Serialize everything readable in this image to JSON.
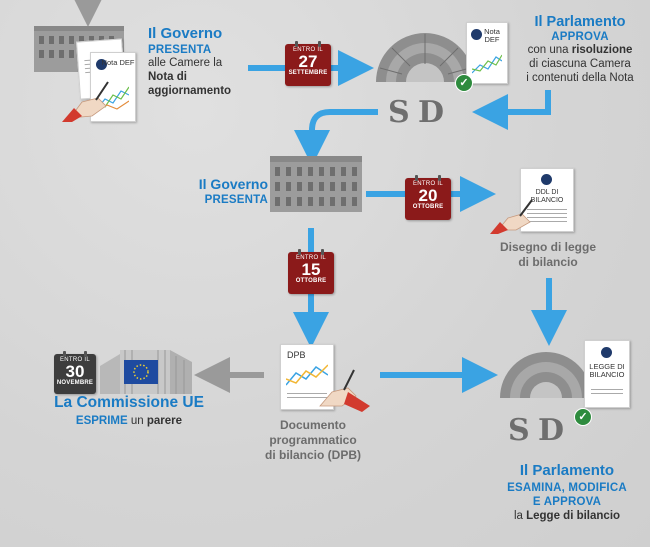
{
  "step1": {
    "head": "Il Governo",
    "verb": "PRESENTA",
    "pre": "alle Camere la",
    "line3": "Nota di",
    "line4": "aggiornamento",
    "doc_title": "Nota DEF"
  },
  "cal1": {
    "top": "ENTRO IL",
    "day": "27",
    "month": "SETTEMBRE"
  },
  "step2": {
    "head": "Il Parlamento",
    "verb": "APPROVA",
    "line2a": "con una",
    "line2b": "risoluzione",
    "line3": "di ciascuna Camera",
    "line4": "i contenuti della Nota",
    "doc_title": "Nota DEF"
  },
  "step3": {
    "head": "Il Governo",
    "verb": "PRESENTA"
  },
  "cal2": {
    "top": "ENTRO IL",
    "day": "20",
    "month": "OTTOBRE"
  },
  "ddl": {
    "doc_title": "DDL DI BILANCIO",
    "caption1": "Disegno di legge",
    "caption2": "di bilancio"
  },
  "cal3": {
    "top": "ENTRO IL",
    "day": "15",
    "month": "OTTOBRE"
  },
  "dpb": {
    "doc_title": "DPB",
    "caption1": "Documento",
    "caption2": "programmatico",
    "caption3": "di bilancio (DPB)"
  },
  "cal4": {
    "top": "ENTRO IL",
    "day": "30",
    "month": "NOVEMBRE"
  },
  "commission": {
    "head": "La Commissione UE",
    "verb": "ESPRIME",
    "mid": "un",
    "obj": "parere"
  },
  "legge": {
    "doc_title": "LEGGE DI BILANCIO"
  },
  "step5": {
    "head": "Il Parlamento",
    "line1": "ESAMINA, MODIFICA",
    "line2": "E APPROVA",
    "pre": "la",
    "obj": "Legge di bilancio"
  },
  "colors": {
    "blue": "#1a7bc4",
    "arrow_blue": "#3aa3e3",
    "arrow_grey": "#9a9a9a",
    "cal_red": "#8b1a1a",
    "cal_dark": "#3d3d3d"
  }
}
